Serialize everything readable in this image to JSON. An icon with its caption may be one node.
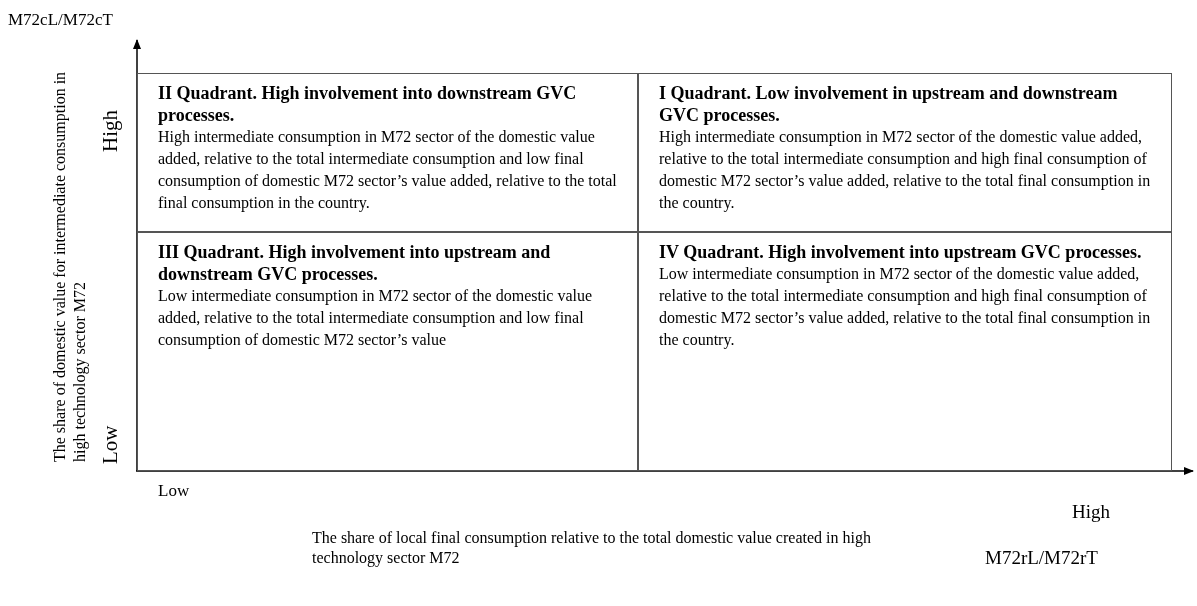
{
  "diagram": {
    "nodes": [
      {
        "text": [
          "II Quadrant. High involvement into downstream GVC processes.",
          "High intermediate consumption in M72 sector of the domestic value added, relative to the total intermediate consumption and low final consumption of domestic M72 sector’s value added, relative to the total final consumption in the country."
        ]
      },
      {
        "text": [
          "I Quadrant. Low involvement in upstream and downstream GVC processes.",
          "High intermediate consumption in M72 sector of the domestic value added, relative to the total intermediate consumption and high final consumption of domestic M72 sector’s value added, relative to the total final consumption in the country."
        ]
      },
      {
        "text": [
          "III Quadrant. High involvement into upstream and downstream GVC processes.",
          "Low intermediate consumption in M72 sector of the domestic value added, relative to the total intermediate consumption and low final consumption of domestic M72 sector’s value"
        ]
      },
      {
        "text": [
          "IV Quadrant. High involvement into upstream GVC processes.",
          "Low intermediate consumption in M72 sector of the domestic value added, relative to the total intermediate consumption and high final consumption of domestic M72 sector’s value added, relative to the total final consumption in the country."
        ]
      }
    ],
    "labels": [
      "M72cL/M72cT",
      "The share of domestic value for intermediate consumption in high technology sector M72",
      "High",
      "Low",
      "Low",
      "High",
      "The share of local final consumption relative to the total domestic value created in high technology sector M72",
      "M72rL/M72rT"
    ]
  }
}
